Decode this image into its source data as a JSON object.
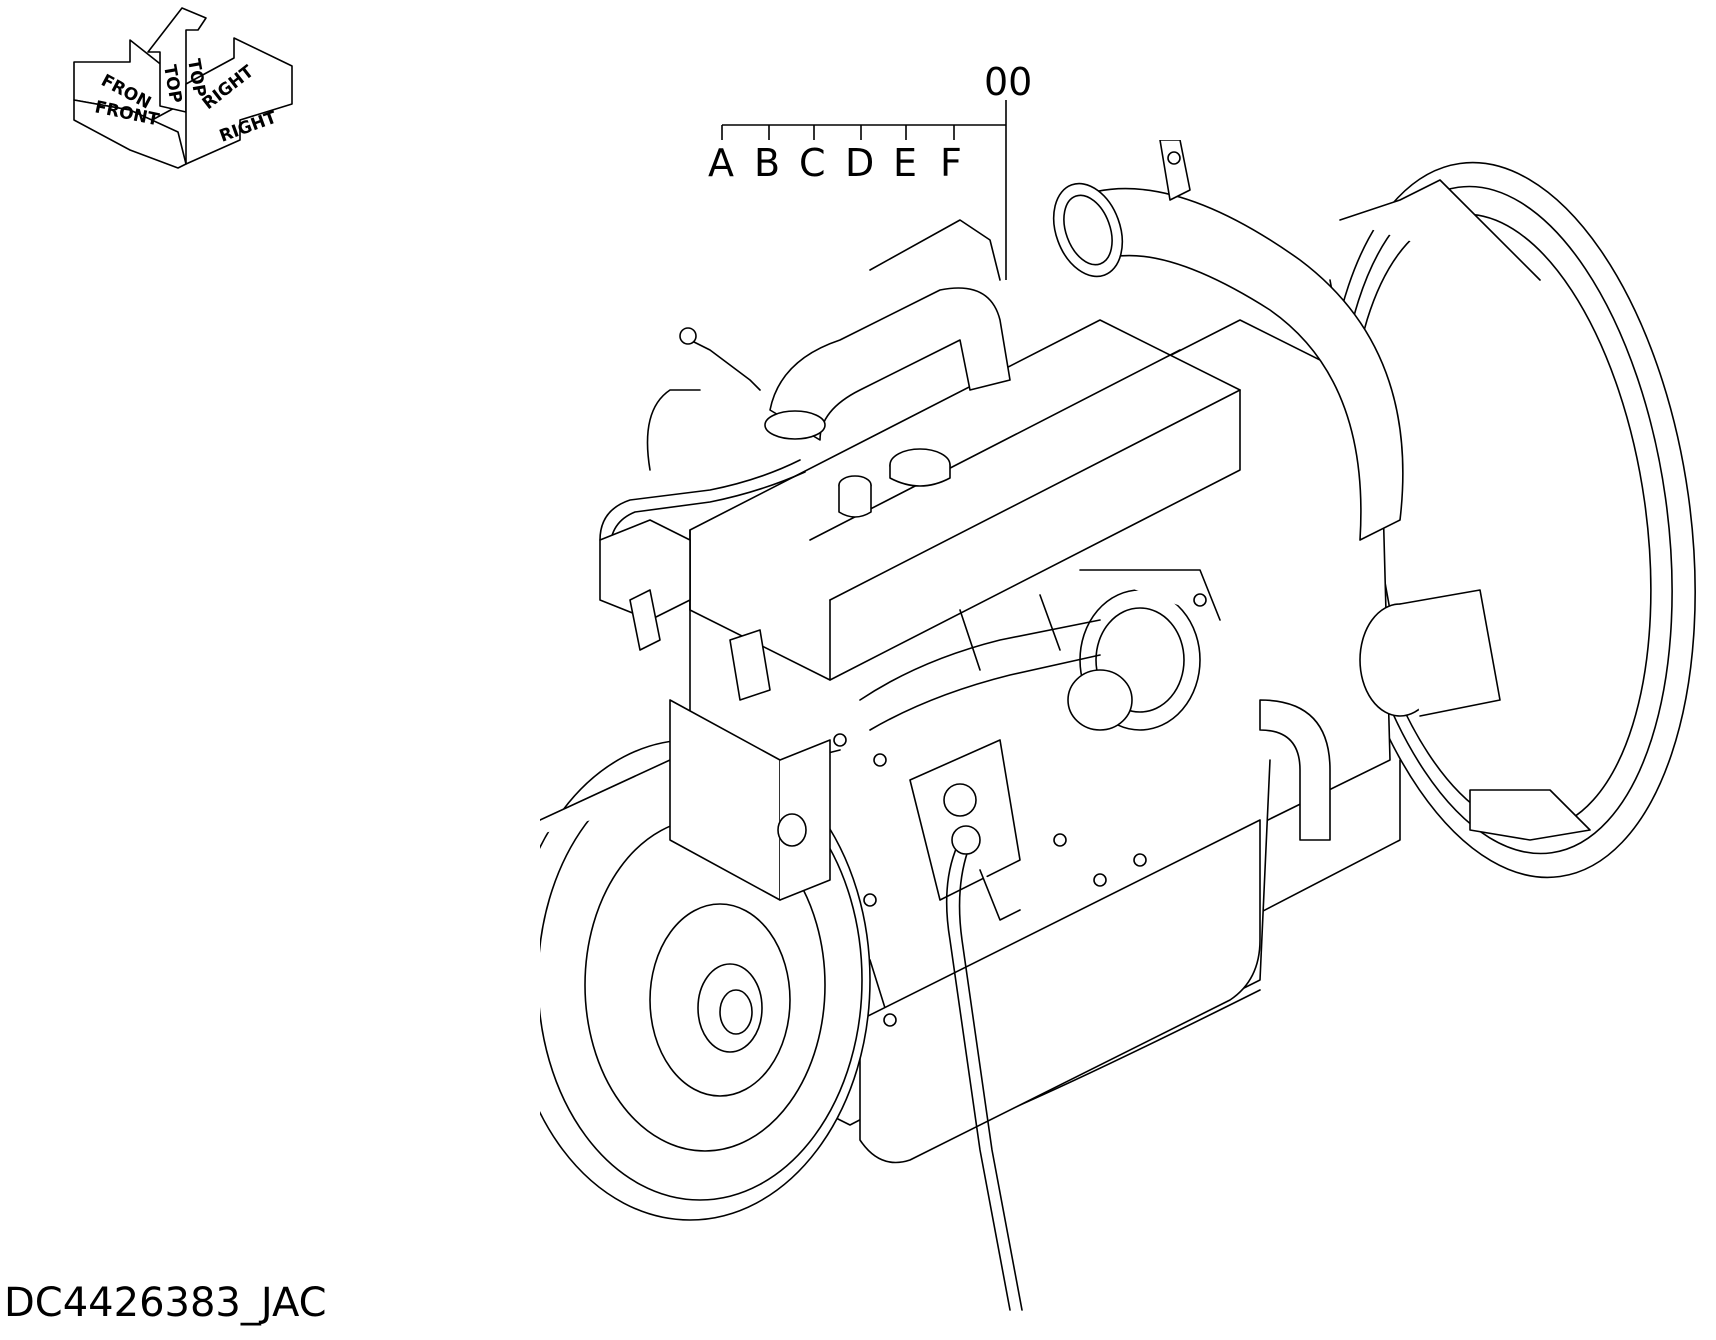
{
  "orientation": {
    "front_label": "FRONT",
    "front_label_upper": "FRON",
    "top_label": "TOP",
    "right_label": "RIGHT"
  },
  "callout": {
    "main_ref": "00",
    "sub_refs": [
      "A",
      "B",
      "C",
      "D",
      "E",
      "F"
    ]
  },
  "drawing_id": "DC4426383_JAC"
}
